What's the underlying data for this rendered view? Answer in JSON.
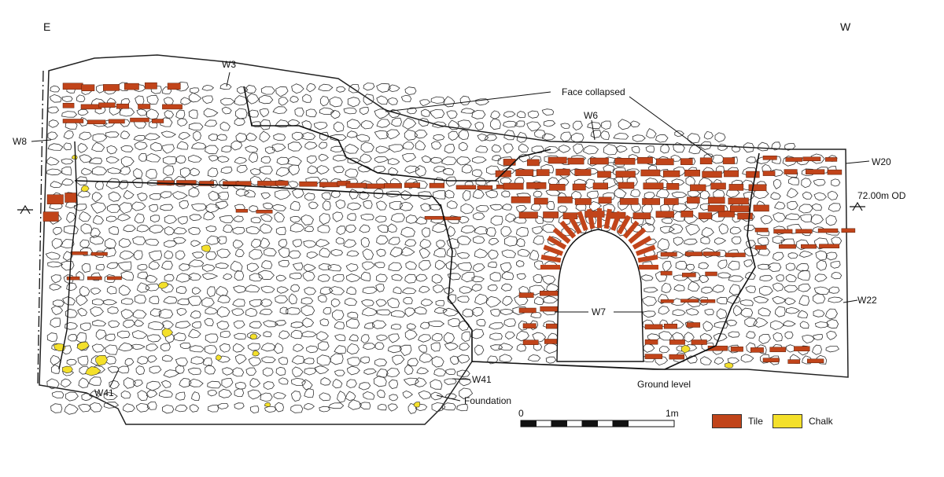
{
  "orientation": {
    "east": "E",
    "west": "W"
  },
  "labels": {
    "w3": "W3",
    "w8": "W8",
    "w6": "W6",
    "w20": "W20",
    "w22": "W22",
    "w7": "W7",
    "w41_left": "W41",
    "w41_right": "W41",
    "face_collapsed": "Face collapsed",
    "ground_level": "Ground level",
    "foundation": "Foundation",
    "datum": "72.00m OD"
  },
  "scale_bar": {
    "start": "0",
    "end": "1m"
  },
  "legend": [
    {
      "label": "Tile",
      "color": "#c1441a"
    },
    {
      "label": "Chalk",
      "color": "#f4e02a"
    }
  ],
  "colors": {
    "tile": "#c1441a",
    "chalk": "#f4e02a",
    "outline": "#222222",
    "stone_fill": "#ffffff"
  }
}
